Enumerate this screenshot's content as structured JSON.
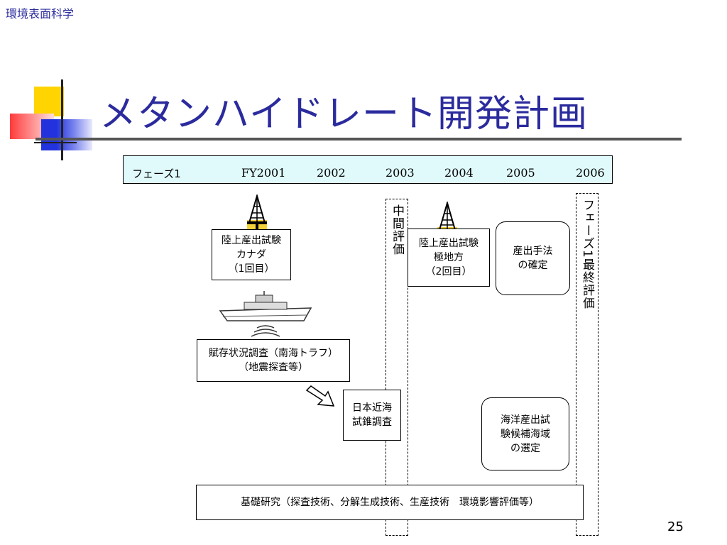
{
  "slide": {
    "header_label": "環境表面科学",
    "title": "メタンハイドレート開発計画",
    "page_number": "25"
  },
  "timeline": {
    "phase_label": "フェーズ1",
    "years": [
      "FY2001",
      "2002",
      "2003",
      "2004",
      "2005",
      "2006"
    ]
  },
  "boxes": {
    "onshore_canada": [
      "陸上産出試験",
      "カナダ",
      "（1回目）"
    ],
    "onshore_arctic": [
      "陸上産出試験",
      "極地方",
      "（2回目）"
    ],
    "production_method": [
      "産出手法",
      "の確定"
    ],
    "reserve_survey": [
      "賦存状況調査（南海トラフ）",
      "（地震探査等）"
    ],
    "offshore_drilling": [
      "日本近海",
      "試錐調査"
    ],
    "offshore_site": [
      "海洋産出試",
      "験候補海域",
      "の選定"
    ],
    "basic_research": "基礎研究（探査技術、分解生成技術、生産技術　環境影響評価等）"
  },
  "columns": {
    "interim_review": "中間評価",
    "final_review": "フェーズ1最終評価"
  },
  "colors": {
    "title": "#2b2b9e",
    "phasebar": "#e0fafc"
  }
}
